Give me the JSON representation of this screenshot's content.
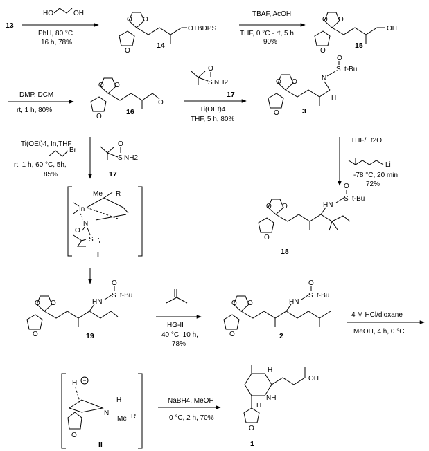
{
  "compounds": {
    "c13": "13",
    "c14": "14",
    "c15": "15",
    "c16": "16",
    "c17a": "17",
    "c3": "3",
    "c17b": "17",
    "c18": "18",
    "cI": "I",
    "c19": "19",
    "c2": "2",
    "cII": "II",
    "c1": "1"
  },
  "atoms": {
    "otbdps": "OTBDPS",
    "oh15": "OH",
    "o": "O",
    "h": "H",
    "nh2": "NH2",
    "s": "S",
    "tbu": "t-Bu",
    "n": "N",
    "hn": "HN",
    "nh": "NH",
    "oh1": "OH",
    "me": "Me",
    "r": "R",
    "in": "In",
    "br": "Br",
    "li": "Li"
  },
  "reagents": {
    "r1_top": "HO",
    "r1_top2": "OH",
    "r1_a": "PhH, 80 °C",
    "r1_b": "16 h, 78%",
    "r2_a": "TBAF, AcOH",
    "r2_b": "THF, 0 °C - rt, 5 h",
    "r2_c": "90%",
    "r3_a": "DMP, DCM",
    "r3_b": "rt, 1 h, 80%",
    "r4_a": "Ti(OEt)4",
    "r4_b": "THF, 5 h, 80%",
    "r5_a": "Ti(OEt)4, In,THF",
    "r5_b": "rt, 1 h, 60 °C, 5h,",
    "r5_c": "85%",
    "r6_a": "THF/Et2O",
    "r6_b": "-78 °C, 20 min",
    "r6_c": "72%",
    "r7_a": "HG-II",
    "r7_b": "40 °C, 10 h,",
    "r7_c": "78%",
    "r8_a": "4 M HCl/dioxane",
    "r8_b": "MeOH, 4 h, 0 °C",
    "r9_a": "NaBH4, MeOH",
    "r9_b": "0 °C, 2 h, 70%"
  }
}
